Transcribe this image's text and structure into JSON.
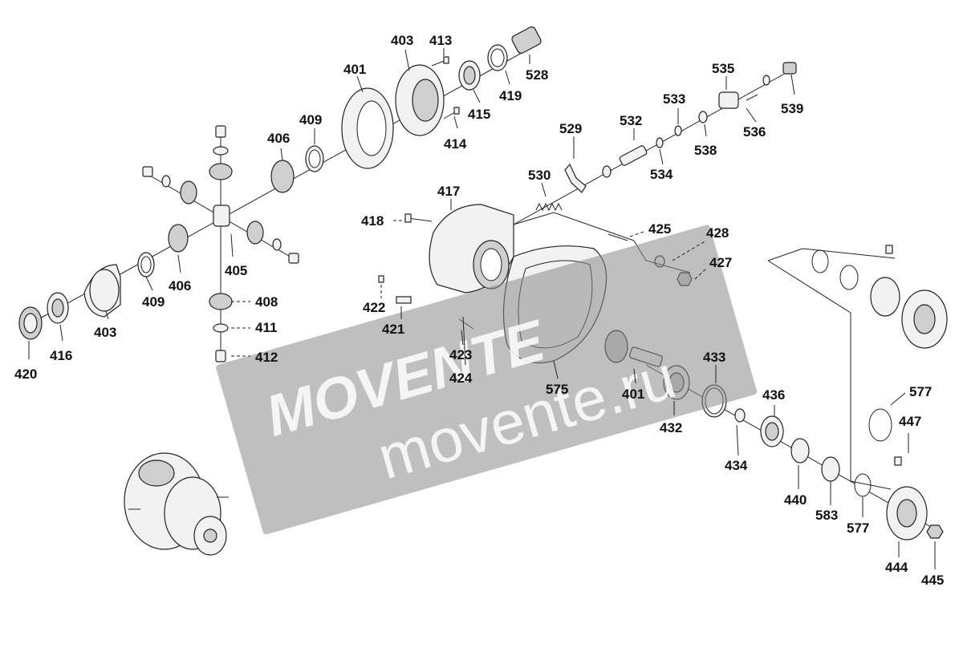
{
  "watermark": {
    "brand": "MOVENTE",
    "domain": "movente.ru"
  },
  "labels": [
    "401",
    "403",
    "413",
    "528",
    "419",
    "415",
    "414",
    "409",
    "406",
    "405",
    "406",
    "409",
    "403",
    "416",
    "420",
    "408",
    "411",
    "412",
    "529",
    "532",
    "533",
    "535",
    "539",
    "536",
    "538",
    "534",
    "530",
    "417",
    "418",
    "425",
    "428",
    "427",
    "422",
    "421",
    "423",
    "424",
    "575",
    "401",
    "433",
    "432",
    "434",
    "436",
    "440",
    "583",
    "577",
    "577",
    "447",
    "444",
    "445"
  ]
}
